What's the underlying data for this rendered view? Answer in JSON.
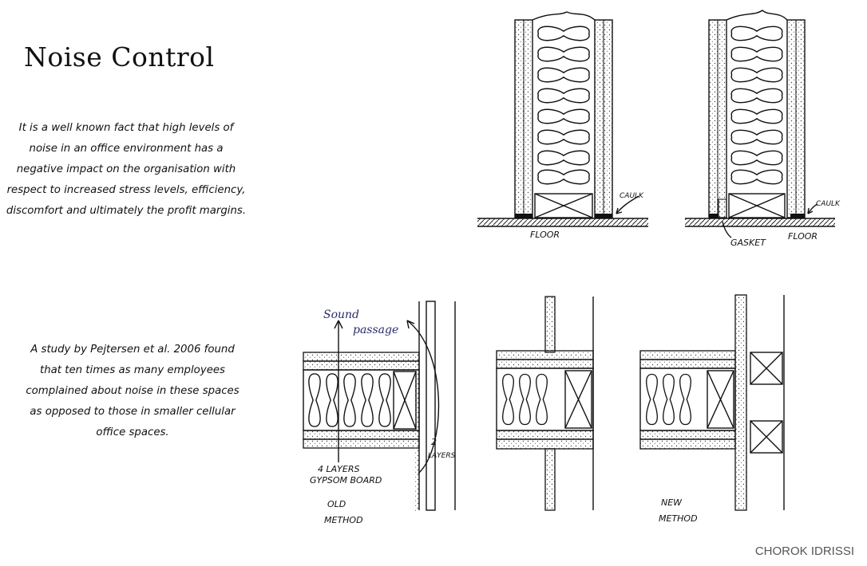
{
  "title": "Noise Control",
  "intro_text": "It is a well known fact that high levels of noise in an office environment has a negative impact on the organisation with respect to increased stress levels, efficiency, discomfort and ultimately the profit margins.",
  "study_text": "A study by Pejtersen et al. 2006 found that ten times as many employees complained about noise in these spaces as opposed to those in smaller cellular office spaces.",
  "credit": "CHOROK IDRISSI",
  "labels": {
    "caulk_left": "CAULK",
    "floor_left": "FLOOR",
    "caulk_right": "CAULK",
    "gasket": "GASKET",
    "floor_right": "FLOOR",
    "sound_line1": "Sound",
    "sound_line2": "passage",
    "layers4_line1": "4 LAYERS",
    "layers4_line2": "GYPSOM BOARD",
    "layers2_line1": "2",
    "layers2_line2": "LAYERS",
    "old_line1": "OLD",
    "old_line2": "METHOD",
    "new_line1": "NEW",
    "new_line2": "METHOD"
  }
}
